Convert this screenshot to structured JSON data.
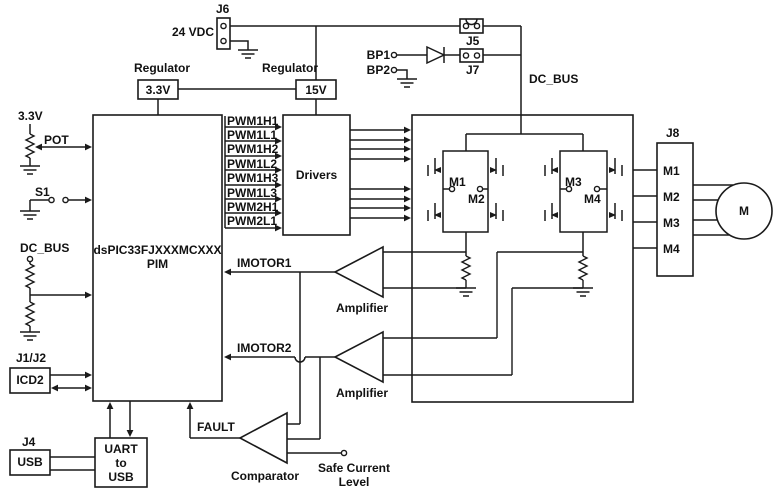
{
  "diagram": {
    "top": {
      "j6": "J6",
      "supply": "24 VDC",
      "j5": "J5",
      "j7": "J7",
      "bp1": "BP1",
      "bp2": "BP2",
      "dc_bus": "DC_BUS"
    },
    "regulators": {
      "title_left": "Regulator",
      "value_left": "3.3V",
      "title_right": "Regulator",
      "value_right": "15V"
    },
    "left": {
      "rail": "3.3V",
      "pot": "POT",
      "s1": "S1",
      "dc_bus": "DC_BUS",
      "j1j2": "J1/J2",
      "icd2": "ICD2",
      "j4": "J4",
      "usb": "USB",
      "uart_1": "UART",
      "uart_2": "to",
      "uart_3": "USB"
    },
    "pim": {
      "line1": "dsPIC33FJXXXMCXXX",
      "line2": "PIM"
    },
    "pwm": [
      "PWM1H1",
      "PWM1L1",
      "PWM1H2",
      "PWM1L2",
      "PWM1H3",
      "PWM1L3",
      "PWM2H1",
      "PWM2L1"
    ],
    "drivers": "Drivers",
    "bridge": {
      "m1": "M1",
      "m2": "M2",
      "m3": "M3",
      "m4": "M4"
    },
    "feedback": {
      "imotor1": "IMOTOR1",
      "imotor2": "IMOTOR2",
      "amplifier1": "Amplifier",
      "amplifier2": "Amplifier",
      "fault": "FAULT",
      "comparator": "Comparator",
      "safe_line1": "Safe Current",
      "safe_line2": "Level"
    },
    "output": {
      "j8": "J8",
      "pins": [
        "M1",
        "M2",
        "M3",
        "M4"
      ],
      "motor": "M"
    },
    "colors": {
      "line": "#1a1a1a",
      "background": "#ffffff"
    }
  }
}
